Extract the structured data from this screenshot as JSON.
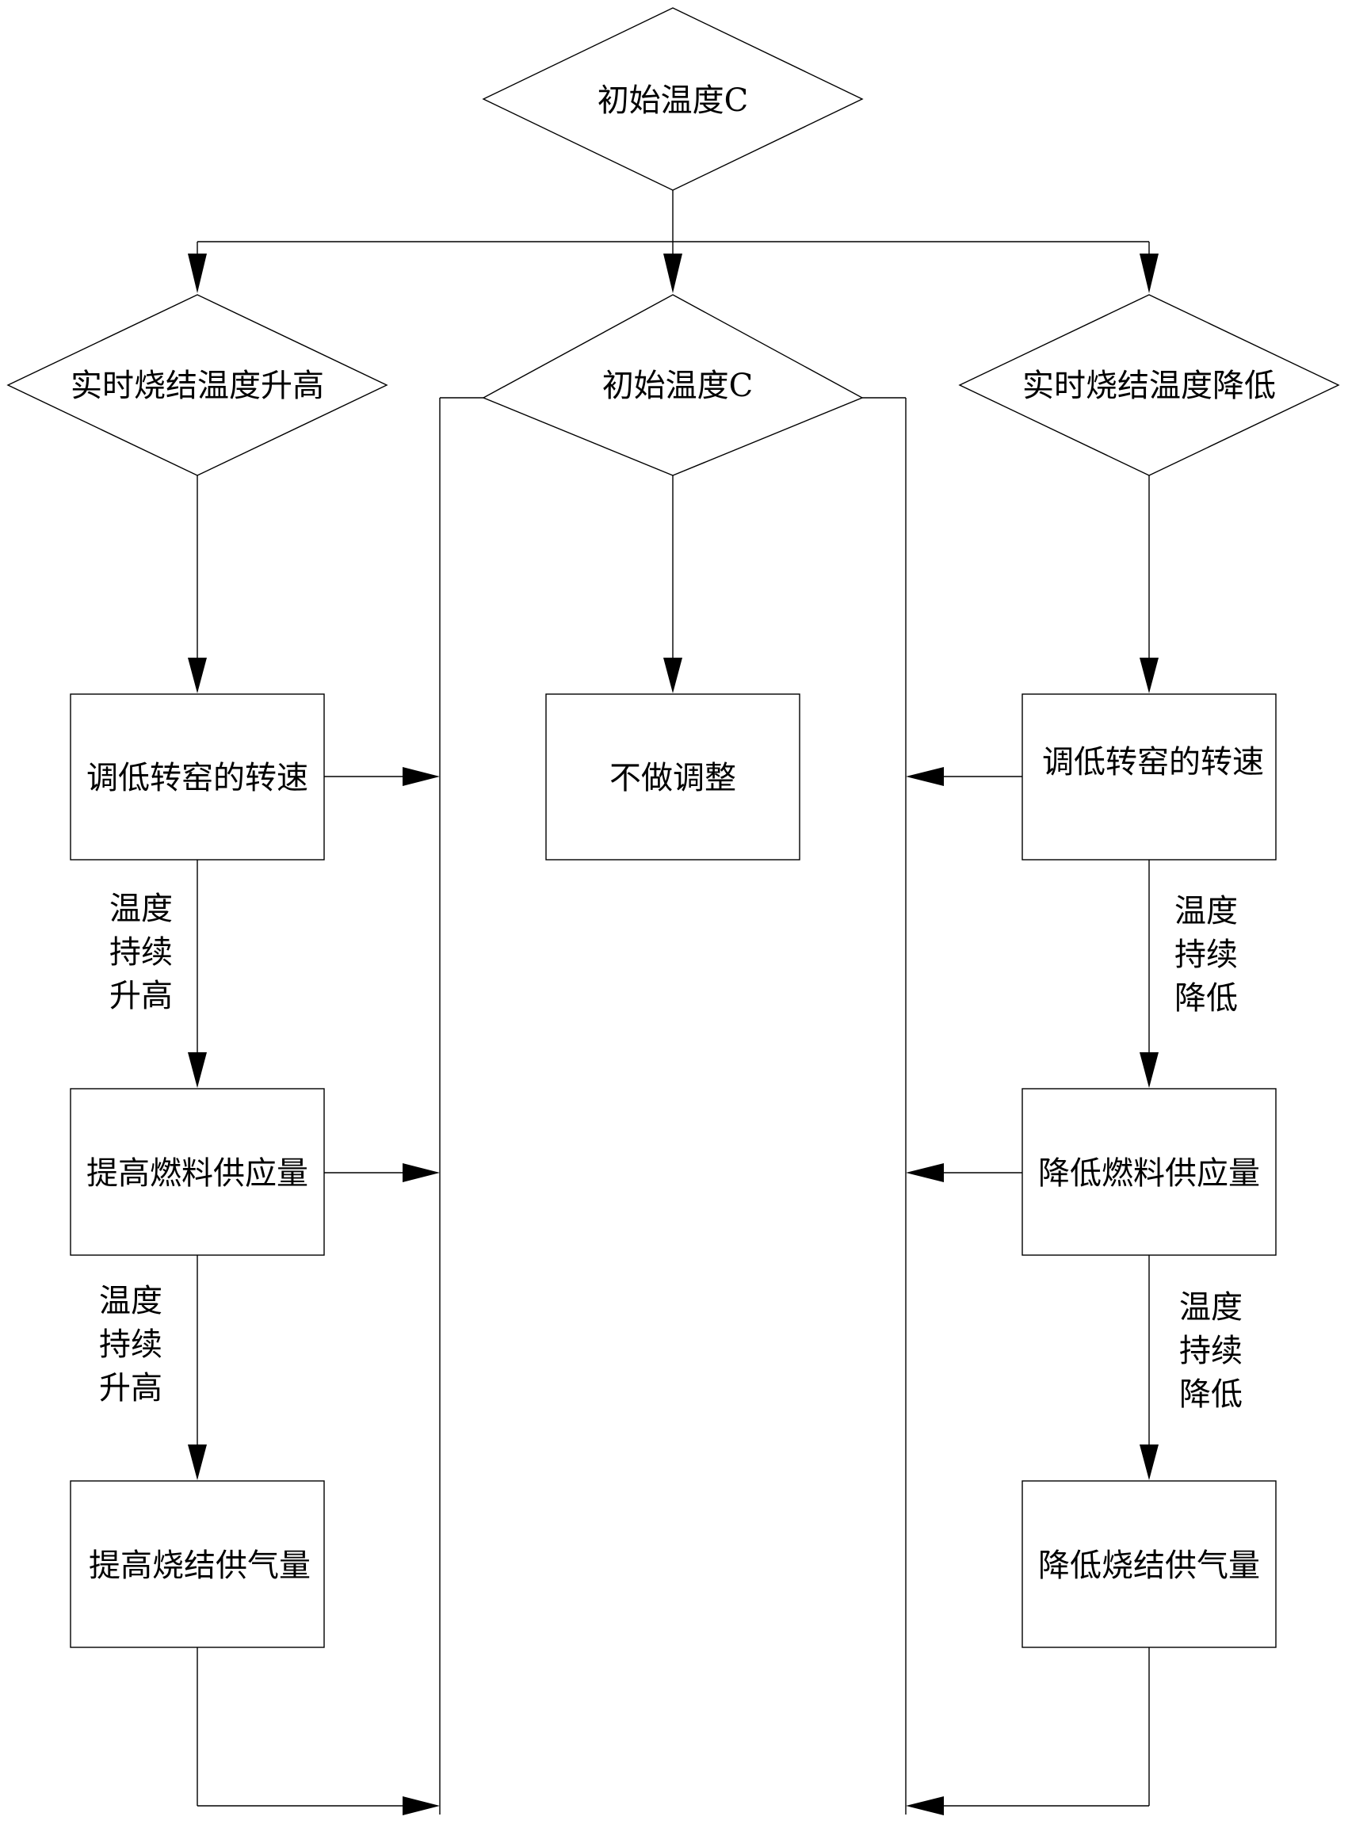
{
  "nodes": {
    "top_decision": "初始温度C",
    "left_decision": "实时烧结温度升高",
    "center_decision": "初始温度C",
    "right_decision": "实时烧结温度降低",
    "left_step1": "调低转窑的转速",
    "left_step2": "提高燃料供应量",
    "left_step3": "提高烧结供气量",
    "center_step": "不做调整",
    "right_step1": "调低转窑的转速",
    "right_step2": "降低燃料供应量",
    "right_step3": "降低烧结供气量"
  },
  "edge_labels": {
    "left_1": [
      "温度",
      "持续",
      "升高"
    ],
    "left_2": [
      "温度",
      "持续",
      "升高"
    ],
    "right_1": [
      "温度",
      "持续",
      "降低"
    ],
    "right_2": [
      "温度",
      "持续",
      "降低"
    ]
  }
}
